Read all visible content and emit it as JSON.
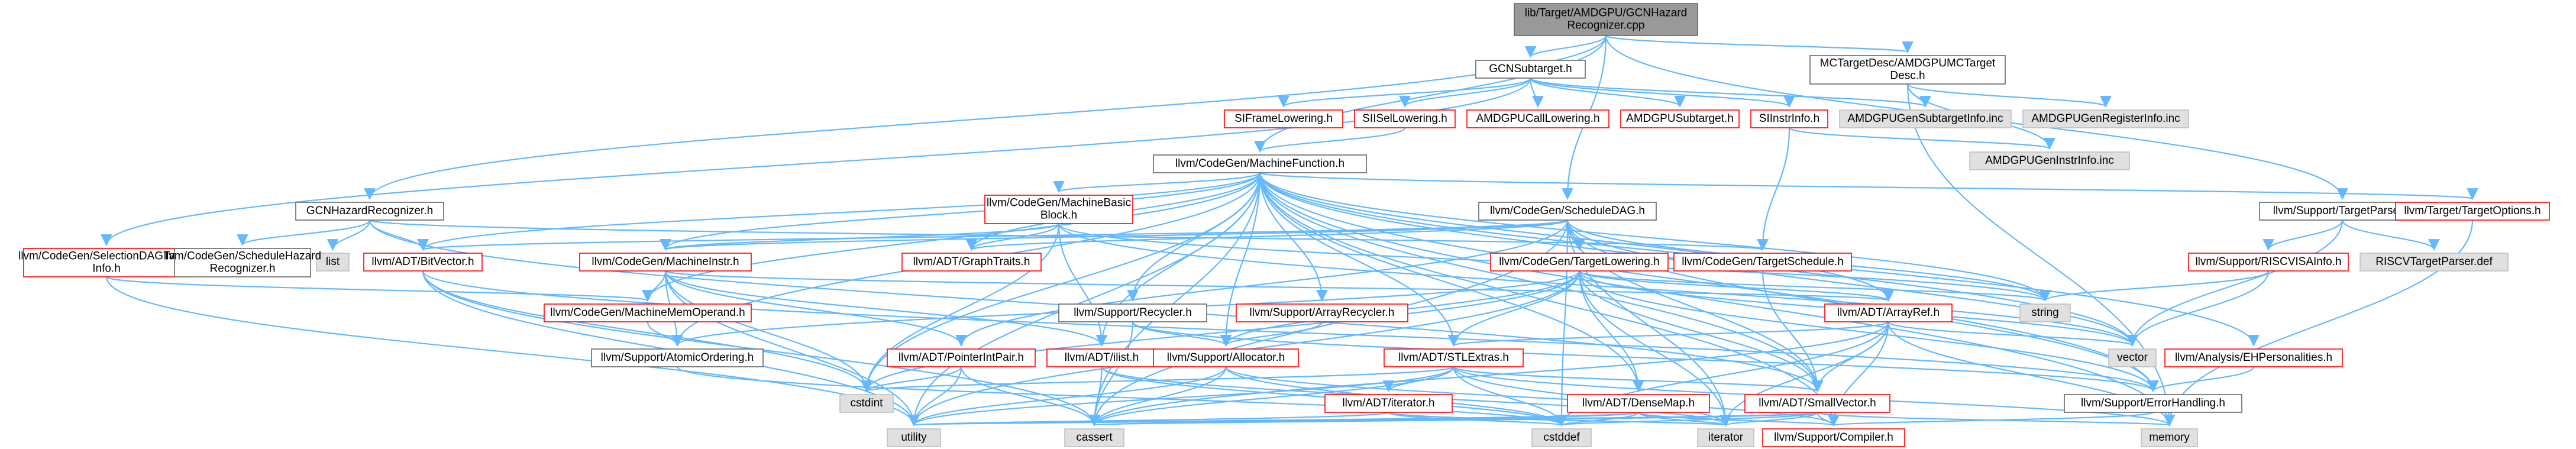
{
  "colors": {
    "edge": "#63b8ff",
    "node_border_normal": "#666666",
    "node_border_missing": "#ff0000",
    "node_fill": "#ffffff",
    "node_fill_external": "#e0e0e0",
    "node_fill_root": "#999999",
    "text": "#000000"
  },
  "nodes": [
    {
      "id": "root",
      "lines": [
        "lib/Target/AMDGPU/GCNHazard",
        "Recognizer.cpp"
      ],
      "kind": "root"
    },
    {
      "id": "gcnsubtarget",
      "lines": [
        "GCNSubtarget.h"
      ],
      "kind": "normal"
    },
    {
      "id": "mctargetdesc",
      "lines": [
        "MCTargetDesc/AMDGPUMCTarget",
        "Desc.h"
      ],
      "kind": "normal"
    },
    {
      "id": "siframelowering",
      "lines": [
        "SIFrameLowering.h"
      ],
      "kind": "missing"
    },
    {
      "id": "siisellowering",
      "lines": [
        "SIISelLowering.h"
      ],
      "kind": "missing"
    },
    {
      "id": "amdgpucalllowering",
      "lines": [
        "AMDGPUCallLowering.h"
      ],
      "kind": "missing"
    },
    {
      "id": "amdgpusubtarget",
      "lines": [
        "AMDGPUSubtarget.h"
      ],
      "kind": "missing"
    },
    {
      "id": "siinstrinfo",
      "lines": [
        "SIInstrInfo.h"
      ],
      "kind": "missing"
    },
    {
      "id": "amdgpugensubtargetinfo",
      "lines": [
        "AMDGPUGenSubtargetInfo.inc"
      ],
      "kind": "external"
    },
    {
      "id": "amdgpugenregisterinfo",
      "lines": [
        "AMDGPUGenRegisterInfo.inc"
      ],
      "kind": "external"
    },
    {
      "id": "amdgpugeninstrinfo",
      "lines": [
        "AMDGPUGenInstrInfo.inc"
      ],
      "kind": "external"
    },
    {
      "id": "machinefunction",
      "lines": [
        "llvm/CodeGen/MachineFunction.h"
      ],
      "kind": "normal"
    },
    {
      "id": "gcnhazardrecognizer",
      "lines": [
        "GCNHazardRecognizer.h"
      ],
      "kind": "normal"
    },
    {
      "id": "selectiondagtargetinfo",
      "lines": [
        "llvm/CodeGen/SelectionDAGTarget",
        "Info.h"
      ],
      "kind": "missing"
    },
    {
      "id": "list",
      "lines": [
        "list"
      ],
      "kind": "external"
    },
    {
      "id": "schedulehazardrecognizer",
      "lines": [
        "llvm/CodeGen/ScheduleHazard",
        "Recognizer.h"
      ],
      "kind": "normal"
    },
    {
      "id": "bitvector",
      "lines": [
        "llvm/ADT/BitVector.h"
      ],
      "kind": "missing"
    },
    {
      "id": "machinebasicblock",
      "lines": [
        "llvm/CodeGen/MachineBasic",
        "Block.h"
      ],
      "kind": "missing"
    },
    {
      "id": "machineinstr",
      "lines": [
        "llvm/CodeGen/MachineInstr.h"
      ],
      "kind": "missing"
    },
    {
      "id": "machinememoperand",
      "lines": [
        "llvm/CodeGen/MachineMemOperand.h"
      ],
      "kind": "missing"
    },
    {
      "id": "atomicordering",
      "lines": [
        "llvm/Support/AtomicOrdering.h"
      ],
      "kind": "normal"
    },
    {
      "id": "graphtraits",
      "lines": [
        "llvm/ADT/GraphTraits.h"
      ],
      "kind": "missing"
    },
    {
      "id": "scheduledag",
      "lines": [
        "llvm/CodeGen/ScheduleDAG.h"
      ],
      "kind": "normal"
    },
    {
      "id": "targetschedule",
      "lines": [
        "llvm/CodeGen/TargetSchedule.h"
      ],
      "kind": "missing"
    },
    {
      "id": "targetlowering",
      "lines": [
        "llvm/CodeGen/TargetLowering.h"
      ],
      "kind": "missing"
    },
    {
      "id": "recycler",
      "lines": [
        "llvm/Support/Recycler.h"
      ],
      "kind": "normal"
    },
    {
      "id": "arrayrecycler",
      "lines": [
        "llvm/Support/ArrayRecycler.h"
      ],
      "kind": "missing"
    },
    {
      "id": "pointerintpair",
      "lines": [
        "llvm/ADT/PointerIntPair.h"
      ],
      "kind": "missing"
    },
    {
      "id": "ilist",
      "lines": [
        "llvm/ADT/ilist.h"
      ],
      "kind": "missing"
    },
    {
      "id": "allocator",
      "lines": [
        "llvm/Support/Allocator.h"
      ],
      "kind": "missing"
    },
    {
      "id": "stlextras",
      "lines": [
        "llvm/ADT/STLExtras.h"
      ],
      "kind": "missing"
    },
    {
      "id": "arrayref",
      "lines": [
        "llvm/ADT/ArrayRef.h"
      ],
      "kind": "missing"
    },
    {
      "id": "string",
      "lines": [
        "string"
      ],
      "kind": "external"
    },
    {
      "id": "vector",
      "lines": [
        "vector"
      ],
      "kind": "external"
    },
    {
      "id": "ehpersonalities",
      "lines": [
        "llvm/Analysis/EHPersonalities.h"
      ],
      "kind": "missing"
    },
    {
      "id": "iterator_h",
      "lines": [
        "llvm/ADT/iterator.h"
      ],
      "kind": "missing"
    },
    {
      "id": "densemap",
      "lines": [
        "llvm/ADT/DenseMap.h"
      ],
      "kind": "missing"
    },
    {
      "id": "smallvector",
      "lines": [
        "llvm/ADT/SmallVector.h"
      ],
      "kind": "missing"
    },
    {
      "id": "errorhandling",
      "lines": [
        "llvm/Support/ErrorHandling.h"
      ],
      "kind": "normal"
    },
    {
      "id": "compiler",
      "lines": [
        "llvm/Support/Compiler.h"
      ],
      "kind": "missing"
    },
    {
      "id": "cstdint",
      "lines": [
        "cstdint"
      ],
      "kind": "external"
    },
    {
      "id": "utility",
      "lines": [
        "utility"
      ],
      "kind": "external"
    },
    {
      "id": "cassert",
      "lines": [
        "cassert"
      ],
      "kind": "external"
    },
    {
      "id": "cstddef",
      "lines": [
        "cstddef"
      ],
      "kind": "external"
    },
    {
      "id": "iterator",
      "lines": [
        "iterator"
      ],
      "kind": "external"
    },
    {
      "id": "memory",
      "lines": [
        "memory"
      ],
      "kind": "external"
    },
    {
      "id": "targetparser",
      "lines": [
        "llvm/Support/TargetParser.h"
      ],
      "kind": "normal"
    },
    {
      "id": "riscvisainfo",
      "lines": [
        "llvm/Support/RISCVISAInfo.h"
      ],
      "kind": "missing"
    },
    {
      "id": "riscvtargetparserdef",
      "lines": [
        "RISCVTargetParser.def"
      ],
      "kind": "external"
    },
    {
      "id": "targetoptions",
      "lines": [
        "llvm/Target/TargetOptions.h"
      ],
      "kind": "missing"
    }
  ]
}
